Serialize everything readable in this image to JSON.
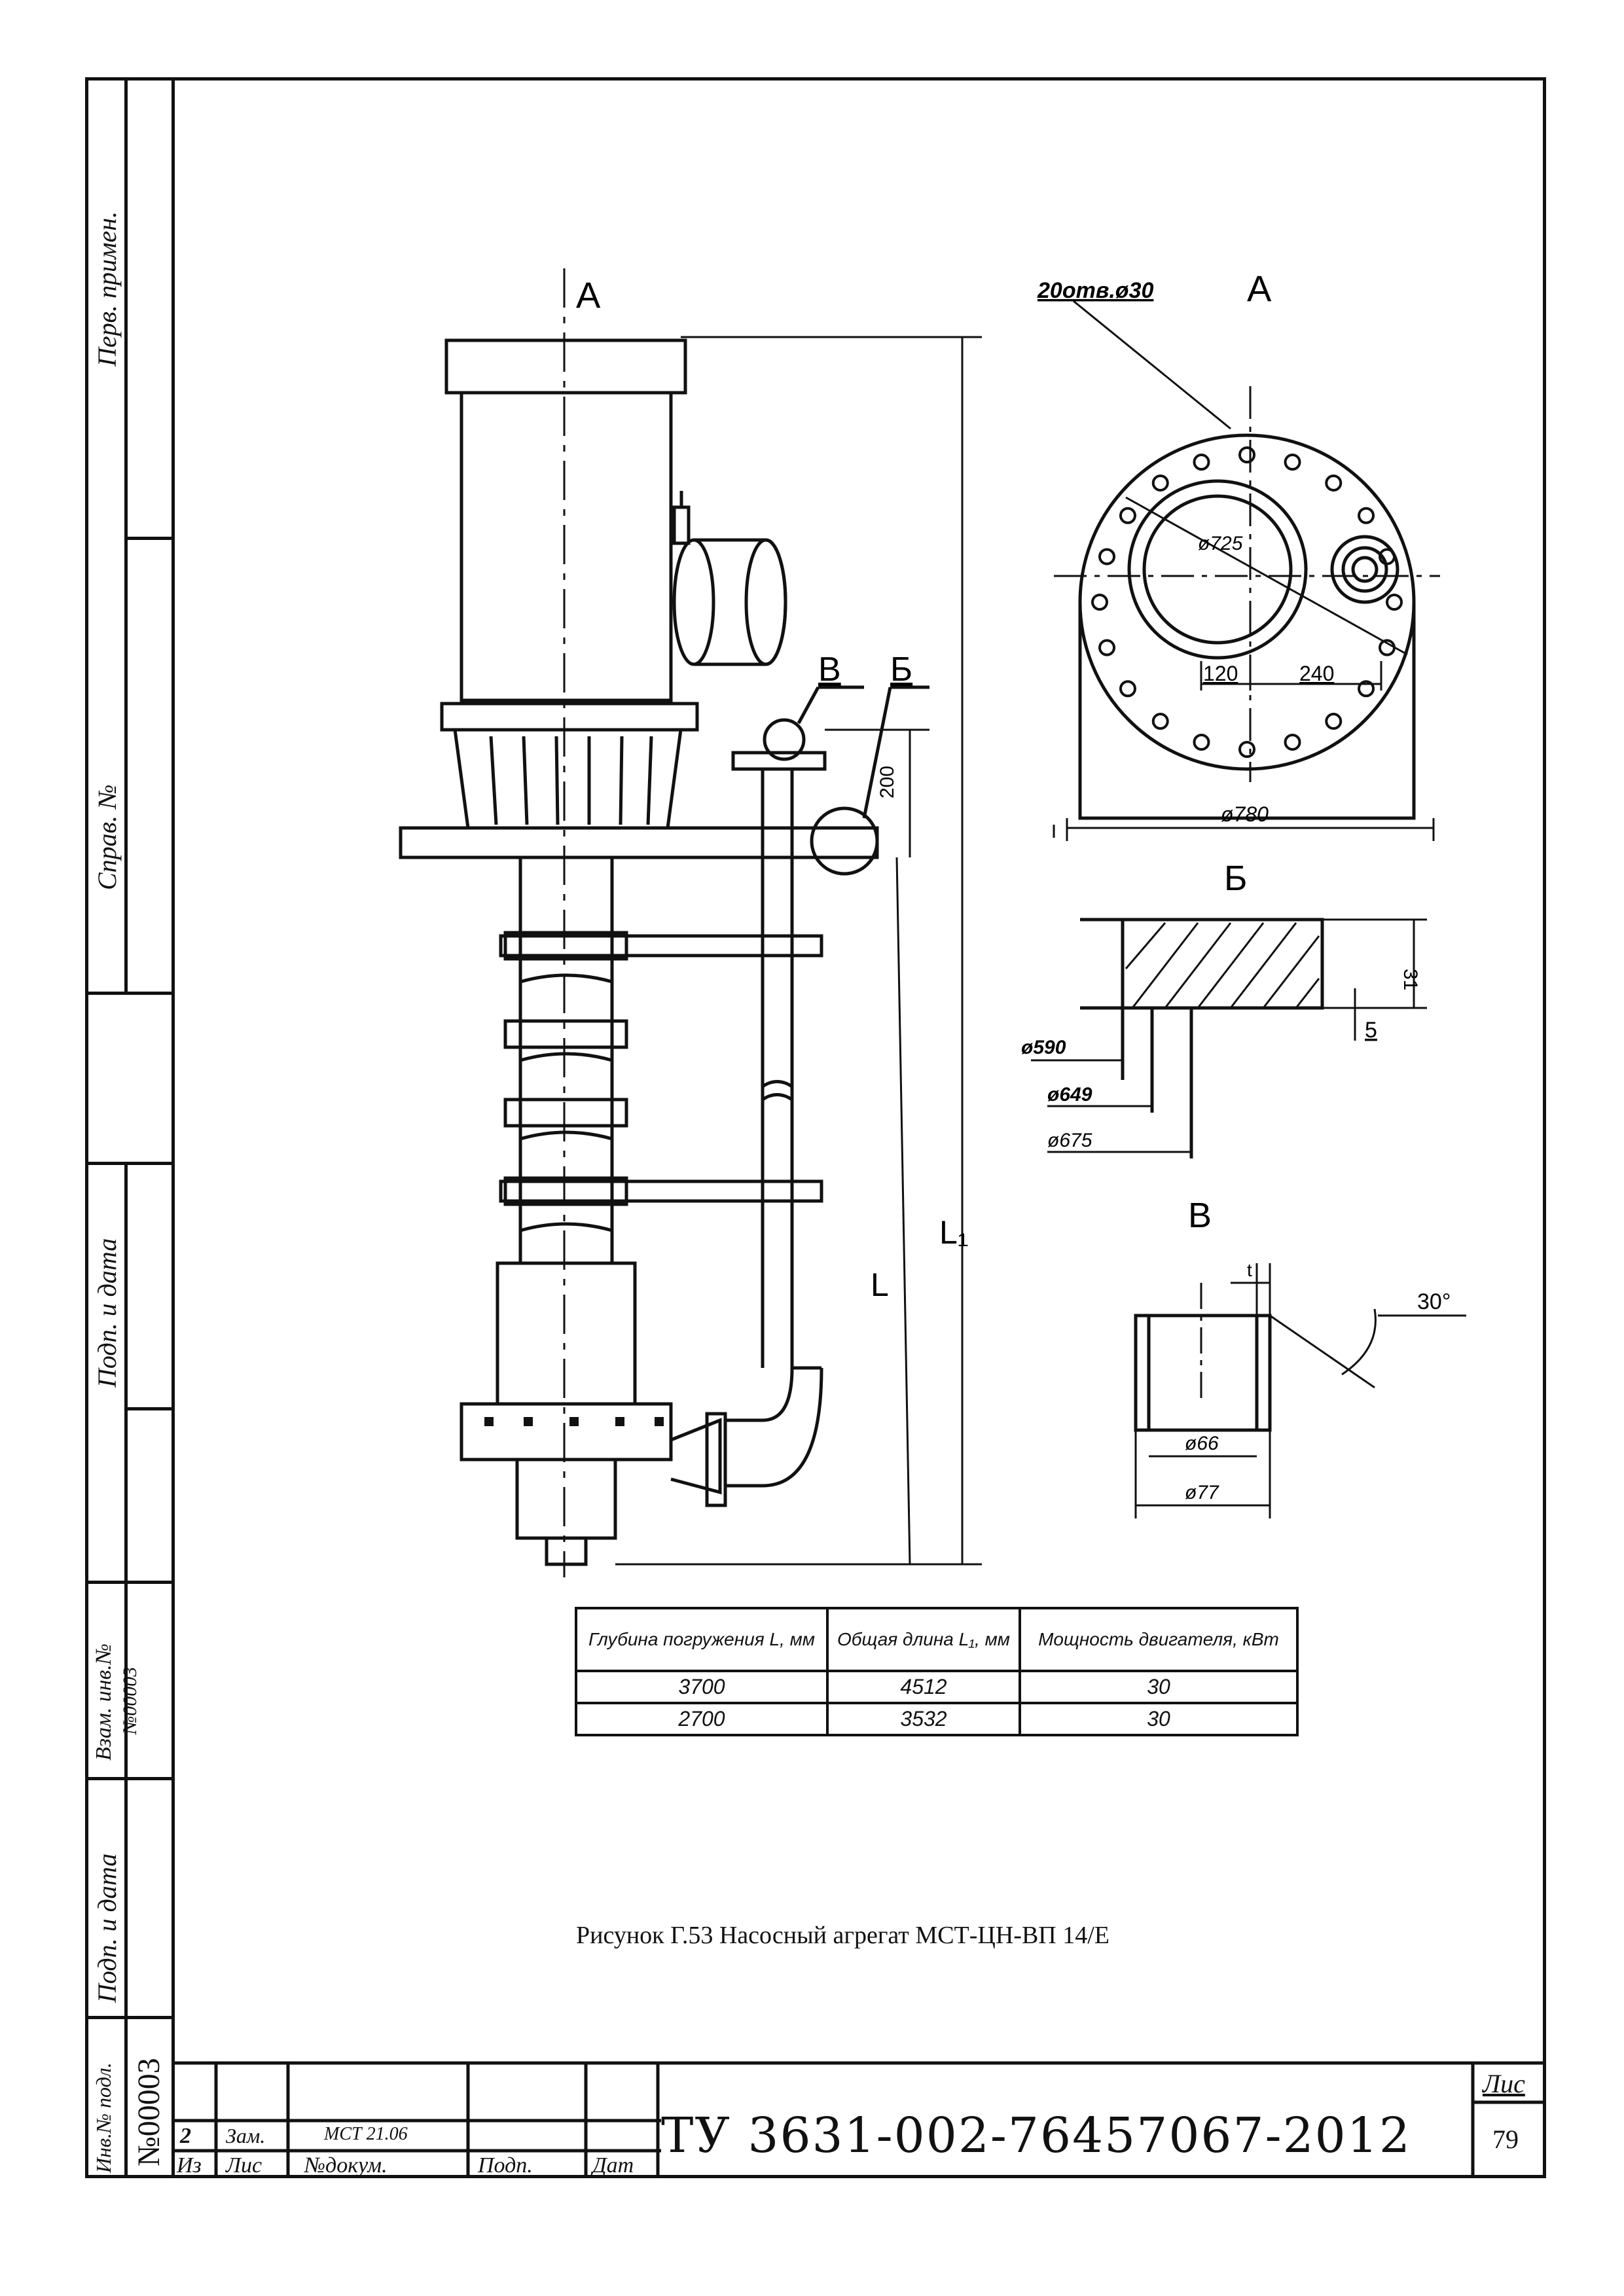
{
  "stamps": {
    "perv_primen": "Перв. примен.",
    "sprav_no": "Справ. №",
    "podp_data_1": "Подп. и дата",
    "vzam_inv": "Взам. инв.№",
    "vzam_inv_value": "№00003",
    "podp_data_2": "Подп. и дата",
    "inv_podl": "Инв.№ подл.",
    "inv_podl_value": "№00003"
  },
  "drawing": {
    "view_a_label_main": "A",
    "view_a_label_detail": "A",
    "callout_v": "В",
    "callout_b": "Б",
    "dim_200": "200",
    "dim_L": "L",
    "dim_L1": "L₁",
    "holes_note": "20отв.ø30",
    "dia_725": "ø725",
    "dim_120": "120",
    "dim_240": "240",
    "dia_780": "ø780",
    "detail_b_label": "Б",
    "dim_31": "31",
    "dim_5": "5",
    "dia_590": "ø590",
    "dia_649": "ø649",
    "dia_675": "ø675",
    "detail_v_label": "В",
    "dim_t": "t",
    "angle_30": "30°",
    "dia_66": "ø66",
    "dia_77": "ø77"
  },
  "spec_table": {
    "headers": [
      "Глубина погружения L, мм",
      "Общая длина L₁, мм",
      "Мощность двигателя, кВт"
    ],
    "rows": [
      [
        "3700",
        "4512",
        "30"
      ],
      [
        "2700",
        "3532",
        "30"
      ]
    ]
  },
  "caption": "Рисунок Г.53 Насосный агрегат МСТ-ЦН-ВП 14/Е",
  "title_block": {
    "rev_no": "2",
    "rev_type": "Зам.",
    "rev_doc": "МСТ 21.06",
    "col_iz": "Из",
    "col_lis": "Лис",
    "col_doc": "№докум.",
    "col_podp": "Подп.",
    "col_dat": "Дат",
    "doc_code": "ТУ 3631-002-76457067-2012",
    "sheet_label": "Лис",
    "sheet_number": "79"
  }
}
